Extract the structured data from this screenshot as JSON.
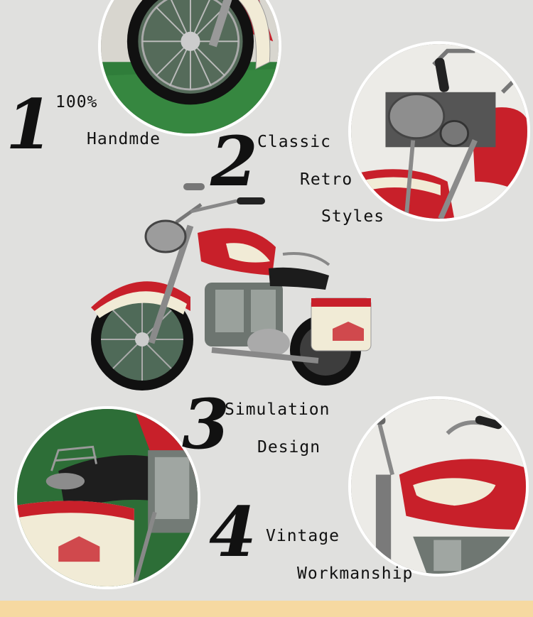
{
  "features": [
    {
      "number": "1",
      "lines": [
        "100%",
        "Handmde"
      ]
    },
    {
      "number": "2",
      "lines": [
        "Classic",
        "Retro",
        "Styles"
      ]
    },
    {
      "number": "3",
      "lines": [
        "Simulation",
        "Design"
      ]
    },
    {
      "number": "4",
      "lines": [
        "Vintage",
        "Workmanship"
      ]
    }
  ],
  "colors": {
    "background": "#e0e0de",
    "accent_red": "#c8202a",
    "cream": "#f1ebd6",
    "bottom_bar": "#f6d9a1"
  }
}
